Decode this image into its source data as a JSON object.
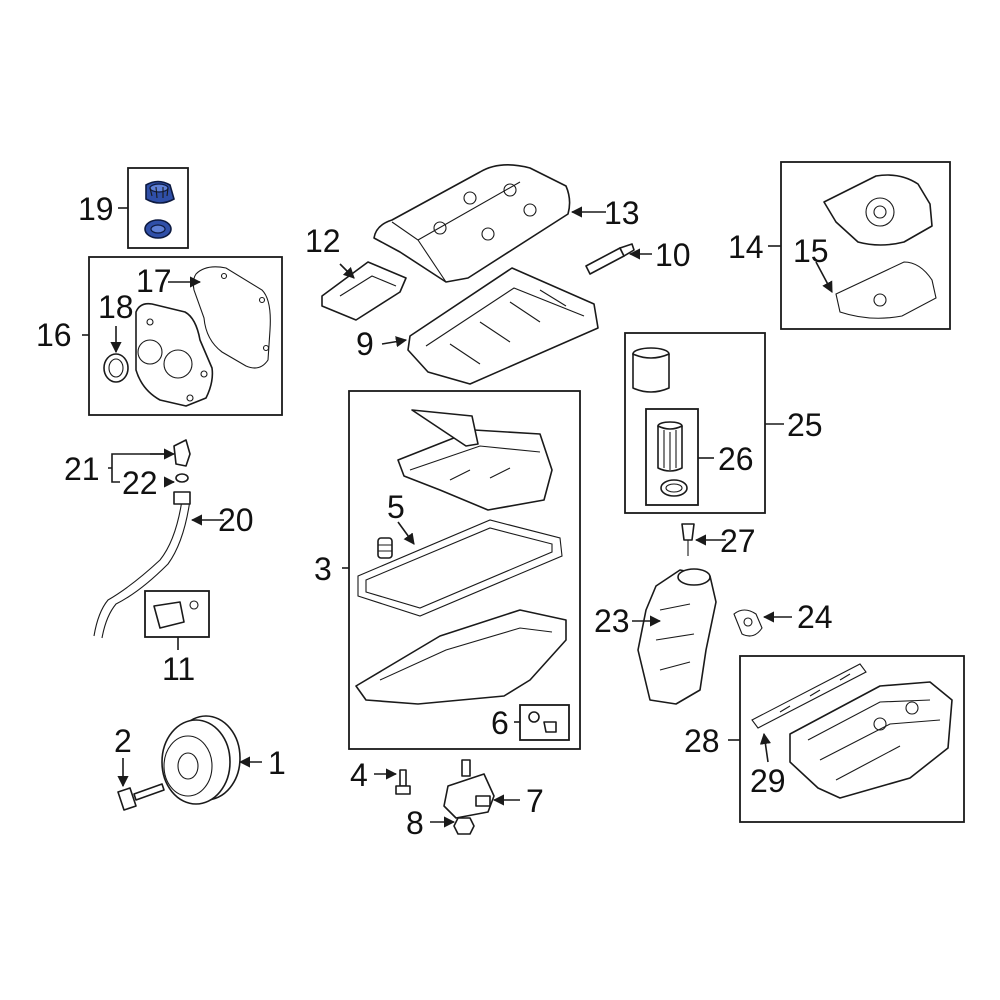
{
  "diagram": {
    "type": "exploded-parts-diagram",
    "highlight_color": "#2f4fa8",
    "callouts": {
      "c1": "1",
      "c2": "2",
      "c3": "3",
      "c4": "4",
      "c5": "5",
      "c6": "6",
      "c7": "7",
      "c8": "8",
      "c9": "9",
      "c10": "10",
      "c11": "11",
      "c12": "12",
      "c13": "13",
      "c14": "14",
      "c15": "15",
      "c16": "16",
      "c17": "17",
      "c18": "18",
      "c19": "19",
      "c20": "20",
      "c21": "21",
      "c22": "22",
      "c23": "23",
      "c24": "24",
      "c25": "25",
      "c26": "26",
      "c27": "27",
      "c28": "28",
      "c29": "29"
    },
    "highlighted_parts": [
      "19"
    ]
  }
}
